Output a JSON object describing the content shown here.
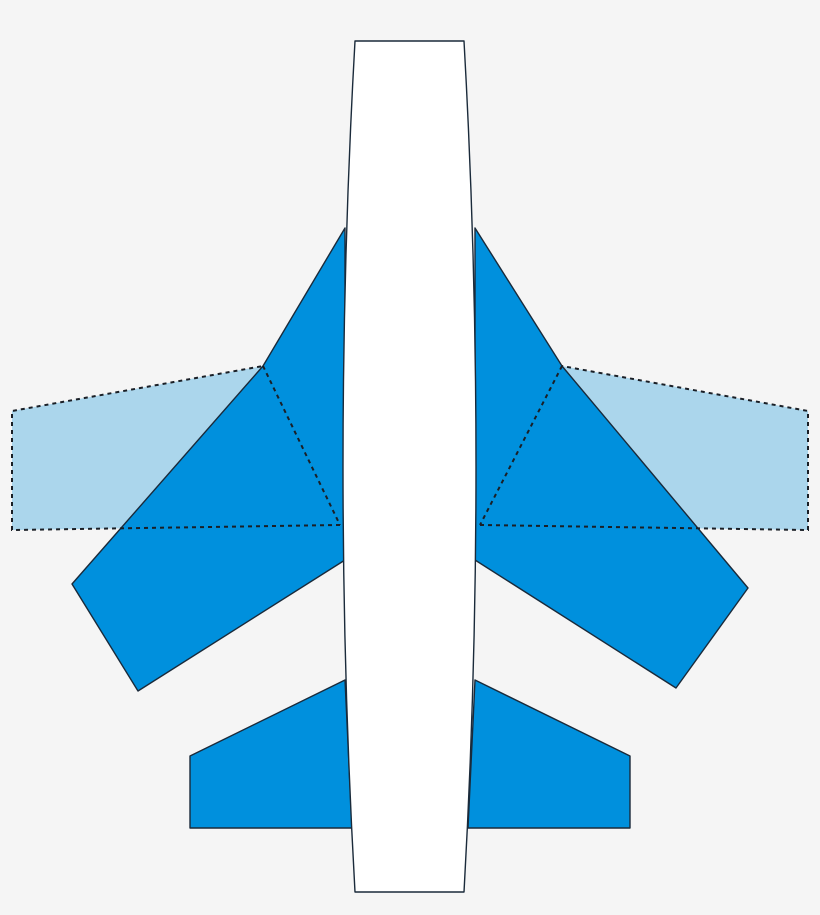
{
  "colors": {
    "background": "#f5f5f5",
    "wing": "#0090dd",
    "wing_swept": "#abd6ec",
    "fuselage": "#ffffff",
    "outline": "#1a2a3a",
    "dashed_line": "#1a1f26"
  },
  "parts": [
    "fuselage",
    "left-main-wing",
    "right-main-wing",
    "left-swept-wing-ghost",
    "right-swept-wing-ghost",
    "left-tailplane",
    "right-tailplane"
  ]
}
